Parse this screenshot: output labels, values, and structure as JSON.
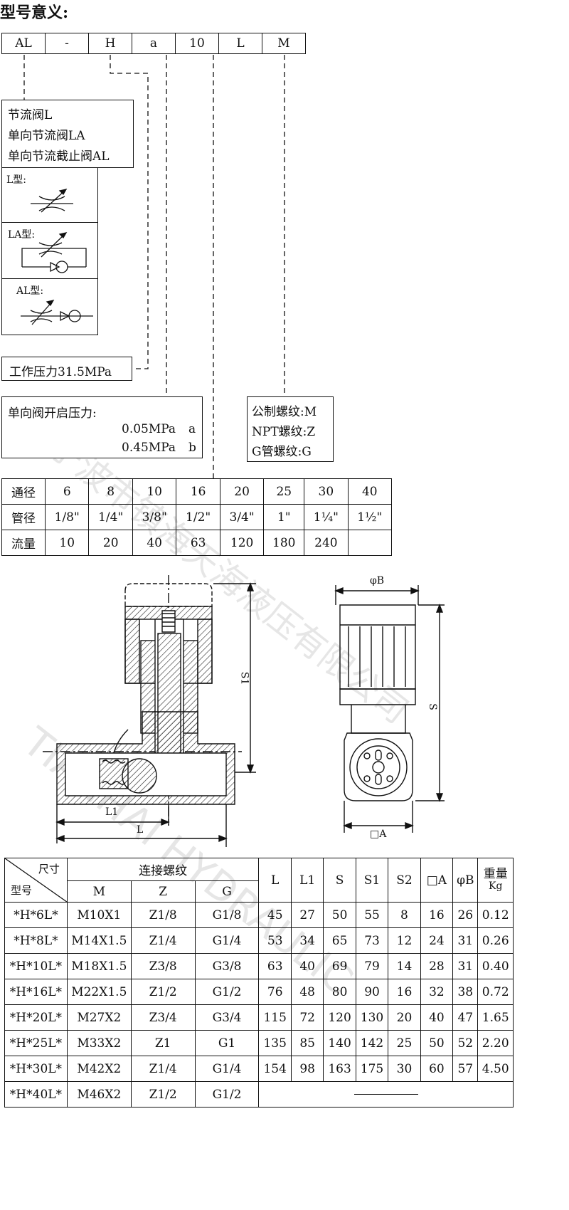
{
  "title": "型号意义:",
  "code": [
    "AL",
    "-",
    "H",
    "a",
    "10",
    "L",
    "M"
  ],
  "valve_types": [
    "节流阀L",
    "单向节流阀LA",
    "单向节流截止阀AL"
  ],
  "symbols": {
    "l": "L型:",
    "la": "LA型:",
    "al": "AL型:"
  },
  "pressure": "工作压力31.5MPa",
  "check_valve": {
    "title": "单向阀开启压力:",
    "rows": [
      [
        "0.05MPa",
        "a"
      ],
      [
        "0.45MPa",
        "b"
      ]
    ]
  },
  "thread_types": [
    "公制螺纹:M",
    "NPT螺纹:Z",
    "G管螺纹:G"
  ],
  "size_table": {
    "rows": [
      {
        "label": "通径",
        "values": [
          "6",
          "8",
          "10",
          "16",
          "20",
          "25",
          "30",
          "40"
        ]
      },
      {
        "label": "管径",
        "values": [
          "1/8\"",
          "1/4\"",
          "3/8\"",
          "1/2\"",
          "3/4\"",
          "1\"",
          "1¼\"",
          "1½\""
        ]
      },
      {
        "label": "流量",
        "values": [
          "10",
          "20",
          "40",
          "63",
          "120",
          "180",
          "240",
          ""
        ]
      }
    ]
  },
  "drawing_labels": {
    "s1": "S1",
    "l1": "L1",
    "l": "L",
    "phib": "φB",
    "s": "S",
    "a": "□A"
  },
  "spec_table": {
    "header_corner_top": "尺寸",
    "header_corner_bottom": "型号",
    "header_group": "连接螺纹",
    "sub_headers": [
      "M",
      "Z",
      "G"
    ],
    "columns": [
      "L",
      "L1",
      "S",
      "S1",
      "S2",
      "□A",
      "φB",
      "重量"
    ],
    "weight_unit": "Kg",
    "rows": [
      [
        "*H*6L*",
        "M10X1",
        "Z1/8",
        "G1/8",
        "45",
        "27",
        "50",
        "55",
        "8",
        "16",
        "26",
        "0.12"
      ],
      [
        "*H*8L*",
        "M14X1.5",
        "Z1/4",
        "G1/4",
        "53",
        "34",
        "65",
        "73",
        "12",
        "24",
        "31",
        "0.26"
      ],
      [
        "*H*10L*",
        "M18X1.5",
        "Z3/8",
        "G3/8",
        "63",
        "40",
        "69",
        "79",
        "14",
        "28",
        "31",
        "0.40"
      ],
      [
        "*H*16L*",
        "M22X1.5",
        "Z1/2",
        "G1/2",
        "76",
        "48",
        "80",
        "90",
        "16",
        "32",
        "38",
        "0.72"
      ],
      [
        "*H*20L*",
        "M27X2",
        "Z3/4",
        "G3/4",
        "115",
        "72",
        "120",
        "130",
        "20",
        "40",
        "47",
        "1.65"
      ],
      [
        "*H*25L*",
        "M33X2",
        "Z1",
        "G1",
        "135",
        "85",
        "140",
        "142",
        "25",
        "50",
        "52",
        "2.20"
      ],
      [
        "*H*30L*",
        "M42X2",
        "Z1/4",
        "G1/4",
        "154",
        "98",
        "163",
        "175",
        "30",
        "60",
        "57",
        "4.50"
      ],
      [
        "*H*40L*",
        "M46X2",
        "Z1/2",
        "G1/2",
        "",
        "",
        "",
        "",
        "",
        "",
        "",
        ""
      ]
    ]
  },
  "watermark": [
    "宁波市镇海天海液压有限公司",
    "TIANHAI HYDRAULIC"
  ]
}
